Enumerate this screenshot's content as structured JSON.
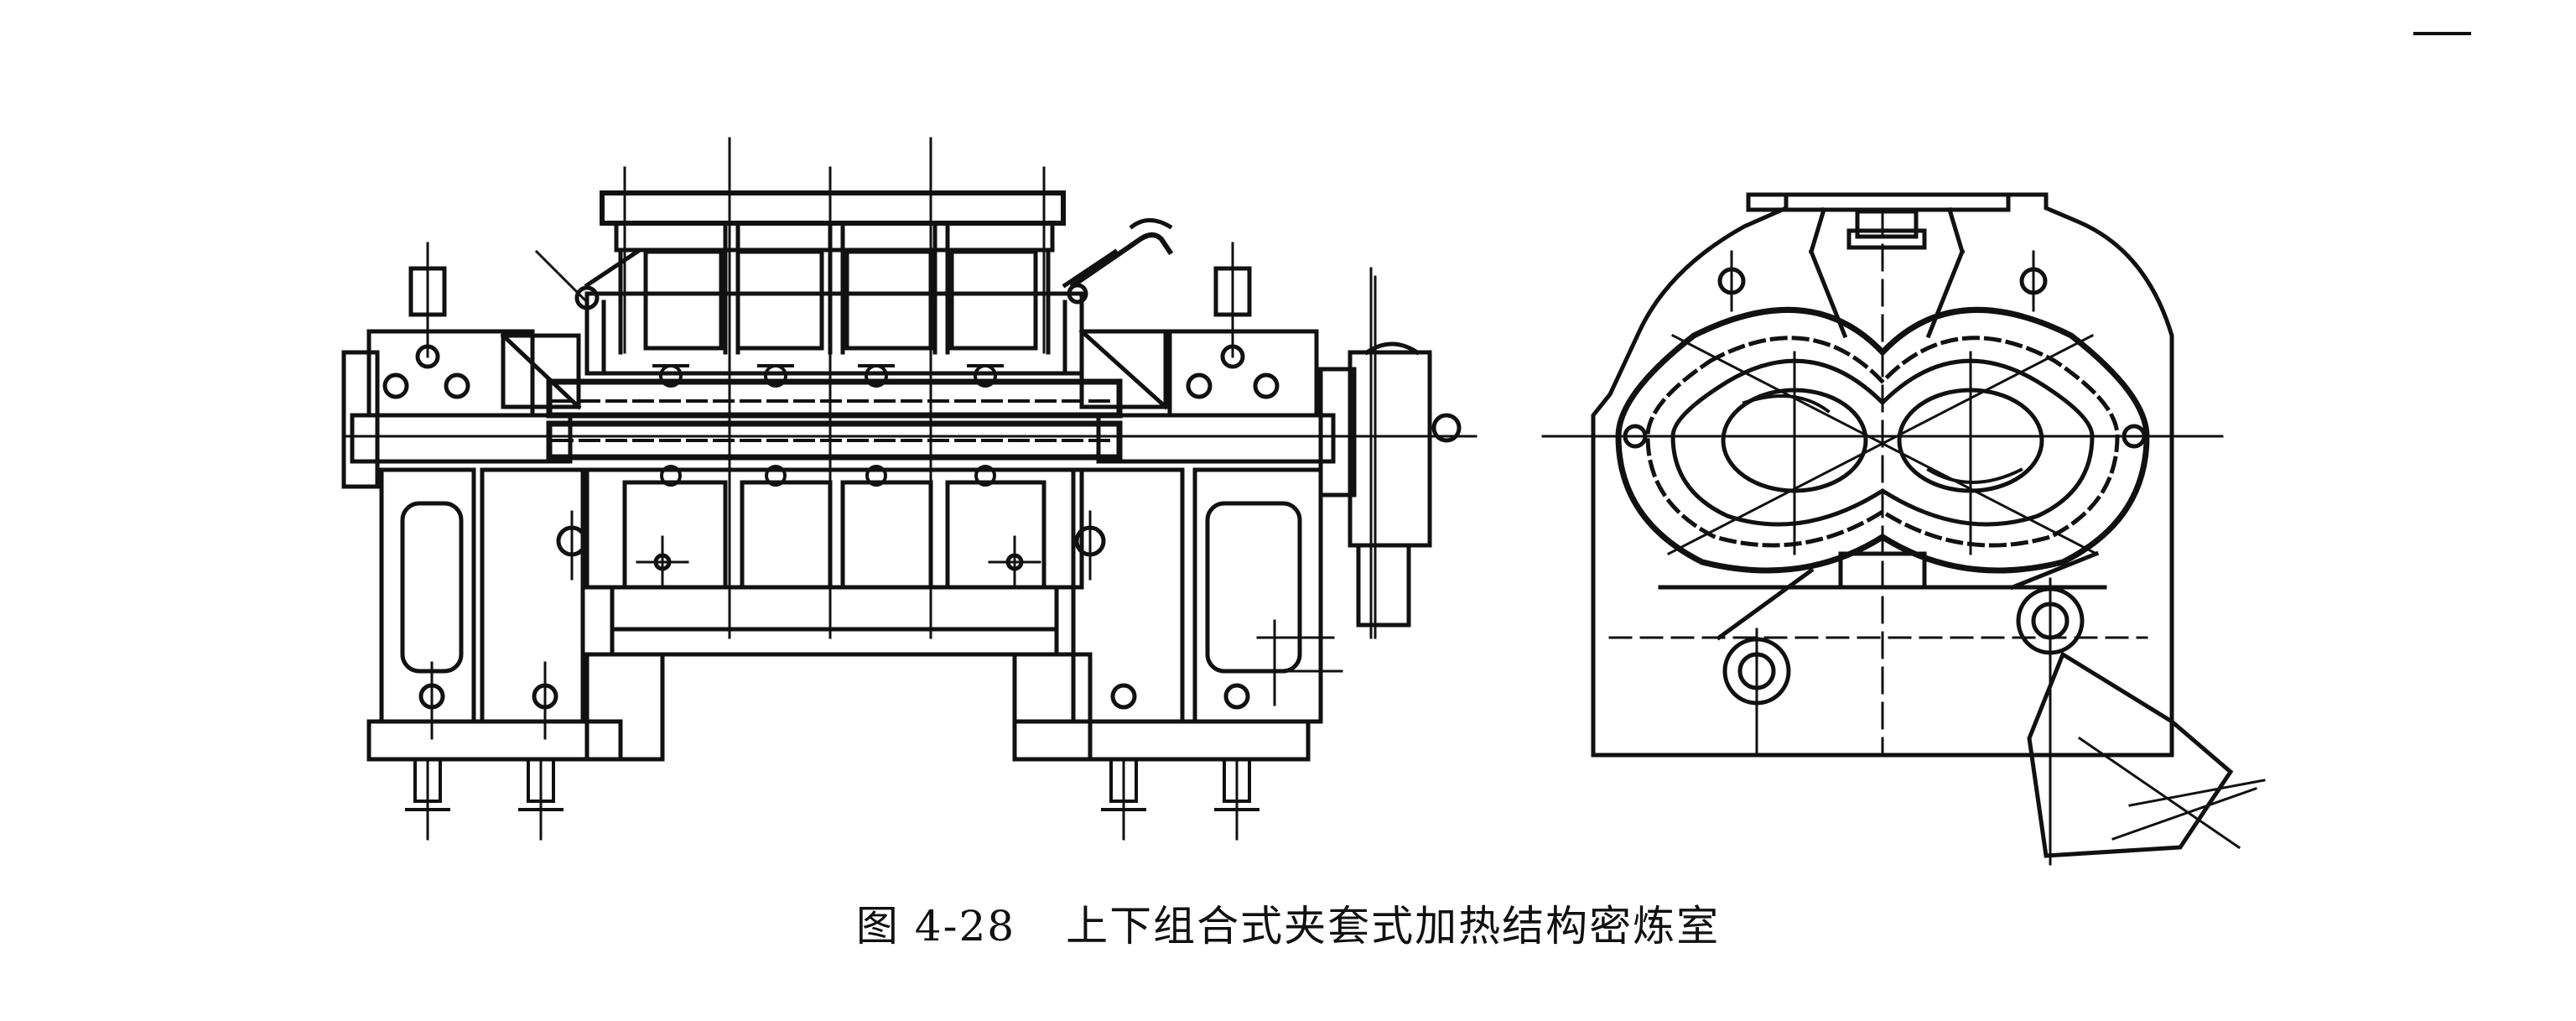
{
  "caption": {
    "figure_number": "图 4-28",
    "title": "上下组合式夹套式加热结构密炼室"
  },
  "views": [
    {
      "name": "longitudinal-section-view"
    },
    {
      "name": "cross-section-view"
    }
  ],
  "colors": {
    "ink": "#111111",
    "paper": "#ffffff"
  }
}
